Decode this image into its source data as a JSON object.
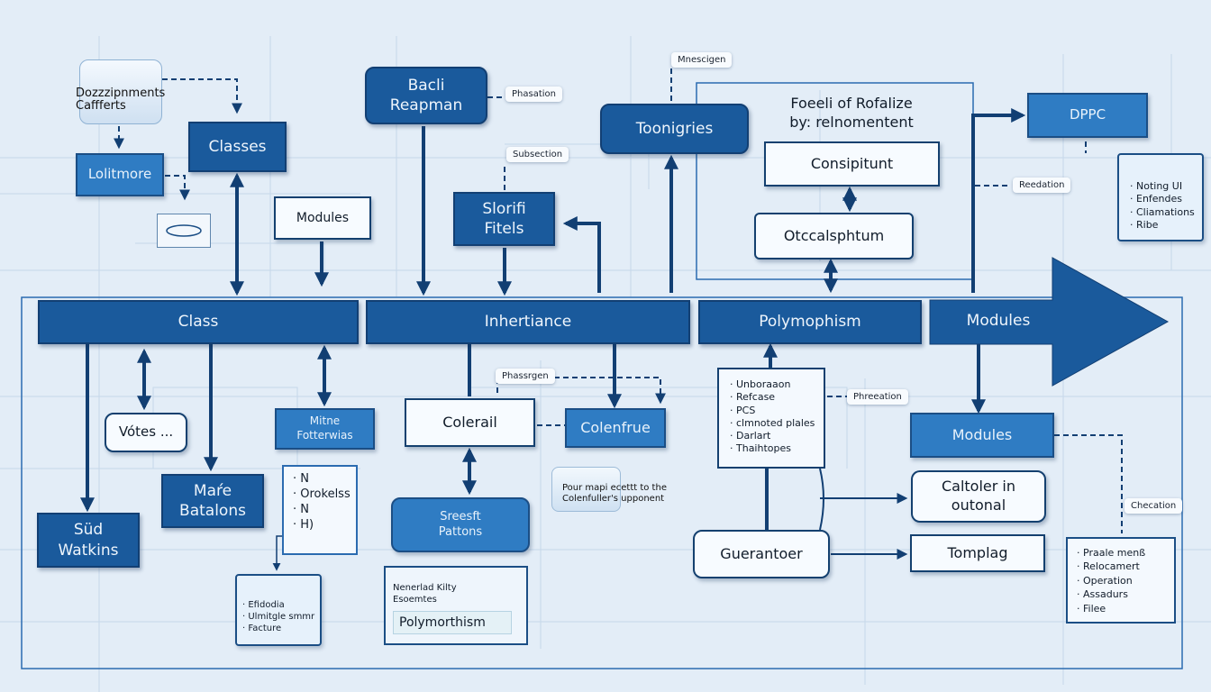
{
  "diagram": {
    "colors": {
      "background": "#e3edf7",
      "dark_blue": "#1a5a9c",
      "mid_blue": "#2f7cc3",
      "outline": "#14406f",
      "white_box": "#f7fbff"
    },
    "top_row": {
      "doc_icon_text_line1": "Dozzzipnments",
      "doc_icon_text_line2": "Caffferts",
      "classes": "Classes",
      "lolitmore": "Lolitmore",
      "modules_small": "Modules",
      "bacli_line1": "Bacli",
      "bacli_line2": "Reapman",
      "label_phasation": "Phasation",
      "label_subsection": "Subsection",
      "slorifi_line1": "Slorifi",
      "slorifi_line2": "Fitels",
      "label_mnescigen": "Mnescigen",
      "toonigries": "Toonigries",
      "group_title_line1": "Foeeli of Rofalize",
      "group_title_line2": "by: relnomentent",
      "consipitunt": "Consipitunt",
      "otccalsphtum": "Otccalsphtum",
      "dppc": "DPPC",
      "label_reedation": "Reedation",
      "dppc_list": [
        "Noting UI",
        "Enfendes",
        "Cliamations",
        "Ribe"
      ]
    },
    "main_band": {
      "class": "Class",
      "inheritance": "Inhertiance",
      "polymorphism": "Polymophism",
      "modules": "Modules"
    },
    "bottom_row": {
      "votes": "Vótes ...",
      "mitne_line1": "Mitne",
      "mitne_line2": "Fotterwias",
      "sud_line1": "Süd",
      "sud_line2": "Watkins",
      "mare_line1": "Maŕe",
      "mare_line2": "Batalons",
      "n_list": [
        "N",
        "Orokelss",
        "N",
        "H)"
      ],
      "envelope_list": [
        "Efidodia",
        "Ulmitgle smmr",
        "Facture"
      ],
      "label_phassrgen": "Phassrgen",
      "colerail": "Colerail",
      "colenfrue": "Colenfrue",
      "sreesft_line1": "Sreesft",
      "sreesft_line2": "Pattons",
      "note_line1": "Pour mapi ecettt to the",
      "note_line2": "Colenfuller's upponent",
      "nenerlad_line1": "Nenerlad Kilty",
      "nenerlad_line2": "Esoemtes",
      "nenerlad_field": "Polymorthism",
      "poly_list": [
        "Unboraaon",
        "Refcase",
        "PCS",
        "clmnoted plales",
        "Darlart",
        "Thaihtopes"
      ],
      "label_phreeation": "Phreeation",
      "modules_right": "Modules",
      "caltoler_line1": "Caltoler in",
      "caltoler_line2": "outonal",
      "guerantoer": "Guerantoer",
      "tomplag": "Tomplag",
      "label_checation": "Checation",
      "right_list": [
        "Praale menß",
        "Relocamert",
        "Operation",
        "Assadurs",
        "Filee"
      ]
    }
  }
}
